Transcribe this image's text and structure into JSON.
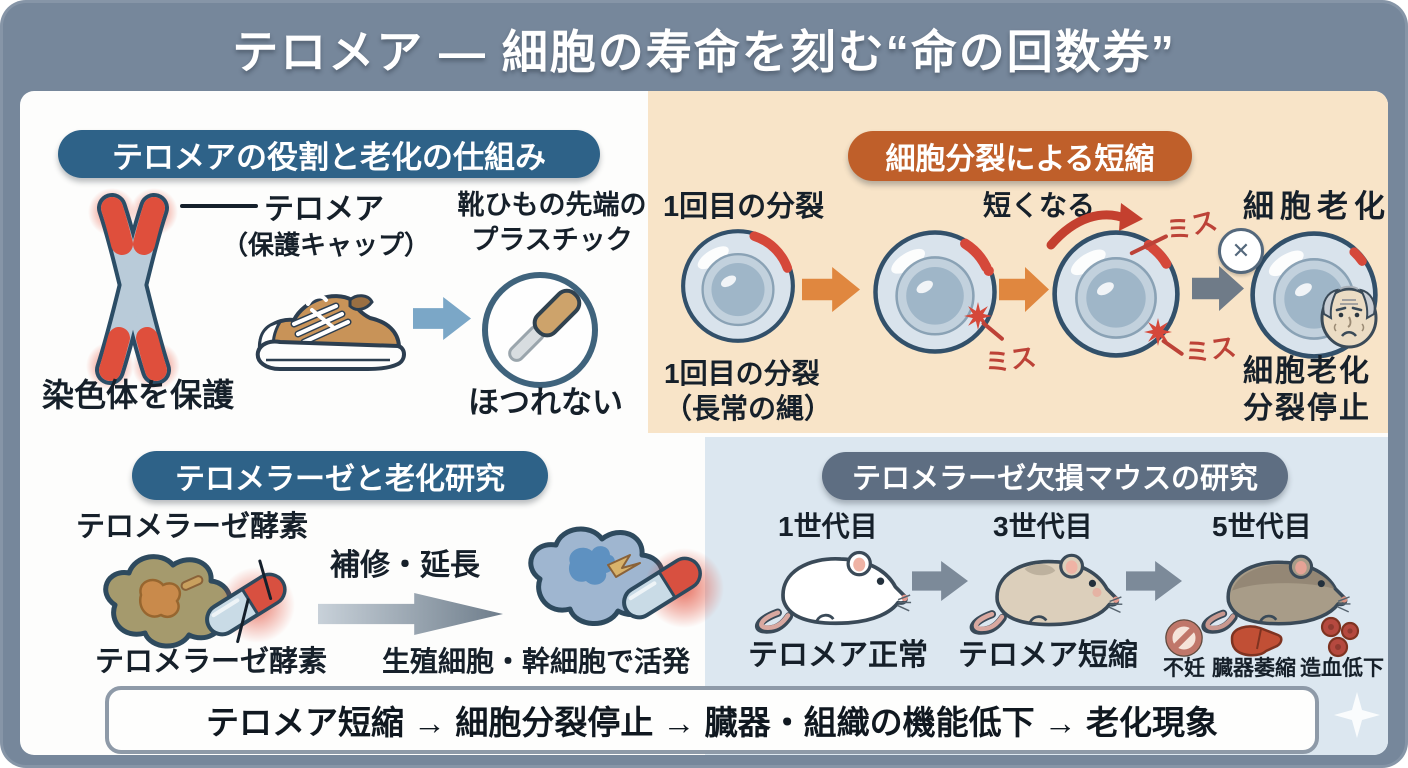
{
  "title": "テロメア — 細胞の寿命を刻む“命の回数券”",
  "colors": {
    "frame": "#76879B",
    "panel": "#FDFDFC",
    "peach_bg": "#F8E4C8",
    "blue_bg": "#DCE7F0",
    "header_blue": "#2E6288",
    "header_orange": "#BF5F2A",
    "header_gray": "#5E6E82",
    "telomere_red": "#D5483A",
    "arrow_orange": "#E0873F",
    "arrow_gray": "#6F7B88",
    "miss_red": "#BD4237"
  },
  "sections": {
    "role": {
      "header": "テロメアの役割と老化の仕組み",
      "telomere_label": "テロメア",
      "telomere_sub": "（保護キャップ）",
      "analogy_line1": "靴ひもの先端の",
      "analogy_line2": "プラスチック",
      "chromosome_caption": "染色体を保護",
      "aglet_caption": "ほつれない"
    },
    "shortening": {
      "header": "細胞分裂による短縮",
      "first_division": "1回目の分裂",
      "becomes_shorter": "短くなる",
      "senescence": "細胞老化",
      "miss": "ミス",
      "x_mark": "✕",
      "note_line1": "1回目の分裂",
      "note_line2": "（長常の縄）",
      "end_line1": "細胞老化",
      "end_line2": "分裂停止"
    },
    "telomerase": {
      "header": "テロメラーゼと老化研究",
      "enzyme_label_top": "テロメラーゼ酵素",
      "enzyme_label_bottom": "テロメラーゼ酵素",
      "repair_extend": "補修・延長",
      "active_in": "生殖細胞・幹細胞で活発"
    },
    "mice": {
      "header": "テロメラーゼ欠損マウスの研究",
      "gen1": "1世代目",
      "gen3": "3世代目",
      "gen5": "5世代目",
      "telomere_normal": "テロメア正常",
      "telomere_short": "テロメア短縮",
      "infertility": "不妊",
      "organ_atrophy": "臓器萎縮",
      "hematopoiesis_decline": "造血低下"
    }
  },
  "summary": {
    "text": "テロメア短縮 → 細胞分裂停止 → 臓器・組織の機能低下 → 老化現象"
  }
}
